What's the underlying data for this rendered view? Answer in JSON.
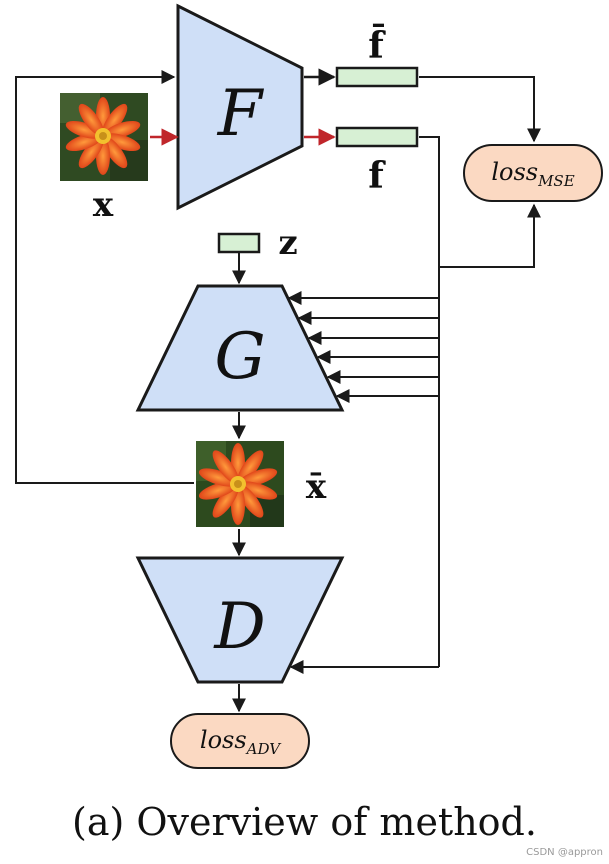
{
  "colors": {
    "block_fill": "#cfdff7",
    "block_stroke": "#1a1a1a",
    "feature_fill": "#d7f0d4",
    "loss_fill": "#fbd9c2",
    "arrow": "#1a1a1a",
    "input_arrow": "#c0262b"
  },
  "blocks": {
    "encoder": "F",
    "generator": "G",
    "discriminator": "D"
  },
  "variables": {
    "input_image": "x",
    "reconstructed_image": "x̄",
    "feature": "f",
    "feature_bar": "f̄",
    "noise": "z"
  },
  "losses": {
    "mse": {
      "base": "loss",
      "subscript": "MSE"
    },
    "adv": {
      "base": "loss",
      "subscript": "ADV"
    }
  },
  "caption": "(a) Overview of method.",
  "watermark": "CSDN @appron",
  "images": {
    "input_image": "orange-flower",
    "reconstructed_image": "orange-flower"
  }
}
